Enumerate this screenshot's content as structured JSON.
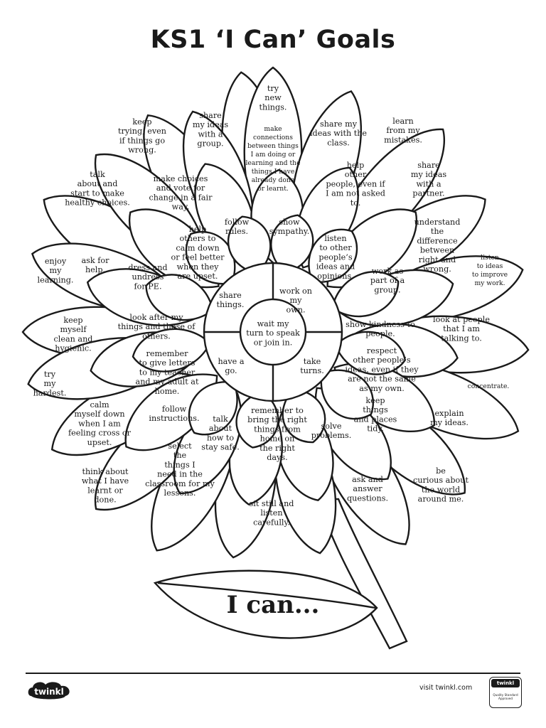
{
  "title": "KS1 ‘I Can’ Goals",
  "leaf_label": "I can...",
  "goals": {
    "try_new_things": "try\nnew\nthings.",
    "share_ideas_group": "share\nmy ideas\nwith a\ngroup.",
    "share_ideas_class": "share my\nideas with the\nclass.",
    "keep_trying": "keep\ntrying, even\nif things go\nwrong.",
    "learn_from_mistakes": "learn\nfrom my\nmistakes.",
    "make_connections": "make\nconnections\nbetween things\nI am doing or\nlearning and the\nthings I have\nalready done\nor learnt.",
    "make_choices": "make choices\nand vote for\nchange in a fair\nway.",
    "help_other_people": "help\nother\npeople, even if\nI am not asked\nto.",
    "share_ideas_partner": "share\nmy ideas\nwith a\npartner.",
    "healthy_choices": "talk\nabout and\nstart to make\nhealthy choices.",
    "follow_rules": "follow\nrules.",
    "show_sympathy": "show\nsympathy.",
    "understand_difference": "understand\nthe\ndifference\nbetween\nright and\nwrong.",
    "help_calm_down": "help\nothers to\ncalm down\nor feel better\nwhen they\nare upset.",
    "listen_opinions": "listen\nto other\npeople’s\nideas and\nopinions.",
    "listen_improve": "listen\nto ideas\nto improve\nmy work.",
    "enjoy_learning": "enjoy\nmy\nlearning.",
    "ask_for_help": "ask for\nhelp.",
    "dress_undress": "dress and\nundress\nfor PE.",
    "work_part_group": "work as\npart of a\ngroup.",
    "share_things": "share\nthings.",
    "work_on_own": "work on\nmy\nown.",
    "wait_turn": "wait my\nturn to speak\nor join in.",
    "have_a_go": "have a\ngo.",
    "take_turns": "take\nturns.",
    "keep_clean": "keep\nmyself\nclean and\nhygienic.",
    "look_after_things": "look after my\nthings and those of\nothers.",
    "show_kindness": "show kindness to\npeople.",
    "look_at_people": "look at people\nthat I am\ntalking to.",
    "try_hardest": "try\nmy\nhardest.",
    "remember_letters": "remember\nto give letters\nto my teacher\nand my adult at\nhome.",
    "respect_ideas": "respect\nother people’s\nideas, even if they\nare not the same\nas my own.",
    "concentrate": "concentrate.",
    "calm_myself": "calm\nmyself down\nwhen I am\nfeeling cross or\nupset.",
    "follow_instructions": "follow\ninstructions.",
    "talk_stay_safe": "talk\nabout\nhow to\nstay safe.",
    "remember_right_things": "remember to\nbring the right\nthings from\nhome on\nthe right\ndays.",
    "solve_problems": "solve\nproblems.",
    "keep_things_tidy": "keep\nthings\nand places\ntidy.",
    "explain_ideas": "explain\nmy ideas.",
    "select_things": "select\nthe\nthings I\nneed in the\nclassroom for my\nlessons.",
    "think_about_learnt": "think about\nwhat I have\nlearnt or\ndone.",
    "sit_still_listen": "sit still and\nlisten\ncarefully.",
    "ask_answer_questions": "ask and\nanswer\nquestions.",
    "be_curious": "be\ncurious about\nthe world\naround me."
  },
  "footer": {
    "logo": "twinkl",
    "visit": "visit twinkl.com",
    "badge_title": "twinkl",
    "badge_text": "Quality Standard Approved"
  }
}
